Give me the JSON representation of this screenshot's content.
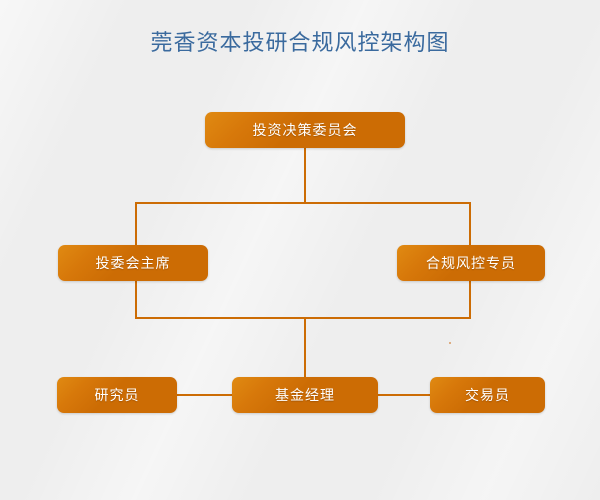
{
  "chart": {
    "title": "莞香资本投研合规风控架构图",
    "title_color": "#3a6a9e",
    "background_color": "#eeeeee",
    "node_color": "#cc6c04",
    "node_highlight_color": "#e08a12",
    "connector_color": "#cc6c04",
    "node_text_color": "#ffffff"
  },
  "nodes": {
    "committee": {
      "label": "投资决策委员会",
      "level": 1
    },
    "chairman": {
      "label": "投委会主席",
      "level": 2
    },
    "risk_officer": {
      "label": "合规风控专员",
      "level": 2
    },
    "researcher": {
      "label": "研究员",
      "level": 3
    },
    "fund_manager": {
      "label": "基金经理",
      "level": 3
    },
    "trader": {
      "label": "交易员",
      "level": 3
    }
  }
}
